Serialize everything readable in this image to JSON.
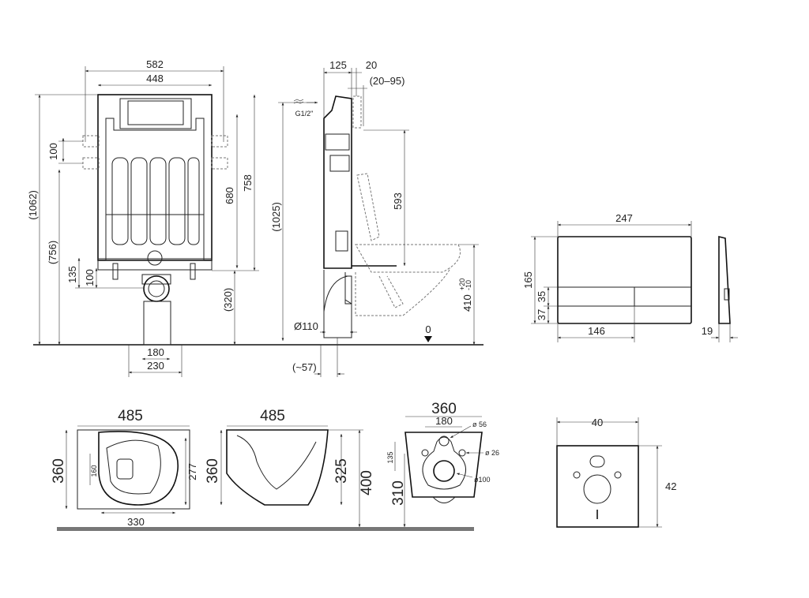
{
  "front_view": {
    "width_outer": "582",
    "width_inner": "448",
    "height_total": "(1062)",
    "height_756": "(756)",
    "spacing_100_top": "100",
    "height_135": "135",
    "height_100_bottom": "100",
    "height_680": "680",
    "height_758": "758",
    "height_320": "(320)",
    "width_180": "180",
    "width_230": "230"
  },
  "side_view": {
    "depth_125": "125",
    "depth_20": "20",
    "adjust_range": "(20–95)",
    "inlet": "G1/2\"",
    "height_1025": "(1025)",
    "height_593": "593",
    "pipe_diameter": "Ø110",
    "offset_57": "(~57)",
    "floor_zero": "0",
    "bowl_height": "410",
    "tol_plus": "+20",
    "tol_minus": "-10"
  },
  "flush_plate": {
    "width": "247",
    "height": "165",
    "button_height": "35",
    "bottom_height": "37",
    "button_width": "146",
    "depth": "19"
  },
  "seat_top": {
    "length": "485",
    "width": "360",
    "inner_160": "160",
    "inner_277": "277",
    "base_330": "330"
  },
  "bowl_side": {
    "length": "485",
    "height_360": "360",
    "height_325": "325",
    "height_400": "400"
  },
  "bowl_back": {
    "width": "360",
    "bolt_spacing": "180",
    "inlet_dia": "ø 56",
    "bolt_dia": "ø 26",
    "height_135": "135",
    "height_310": "310",
    "outlet_dia": "ø100"
  },
  "gasket": {
    "width": "40",
    "height": "42"
  }
}
